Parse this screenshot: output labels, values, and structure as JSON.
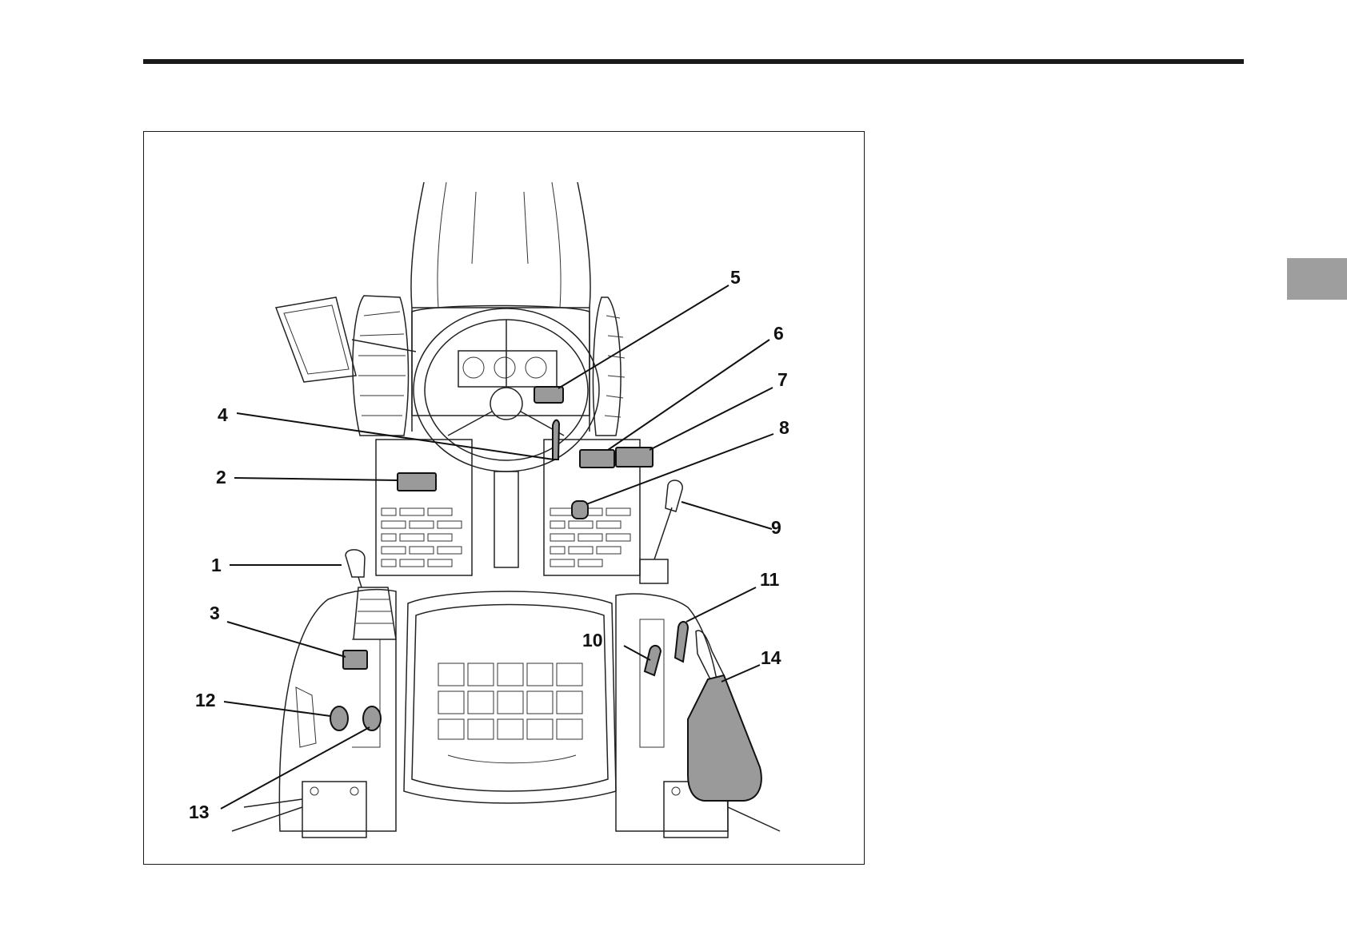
{
  "colors": {
    "rule": "#1a1a1a",
    "tab": "#9e9e9e",
    "highlight": "#9a9a9a"
  },
  "figure": {
    "callouts": [
      {
        "id": "1",
        "label": "1"
      },
      {
        "id": "2",
        "label": "2"
      },
      {
        "id": "3",
        "label": "3"
      },
      {
        "id": "4",
        "label": "4"
      },
      {
        "id": "5",
        "label": "5"
      },
      {
        "id": "6",
        "label": "6"
      },
      {
        "id": "7",
        "label": "7"
      },
      {
        "id": "8",
        "label": "8"
      },
      {
        "id": "9",
        "label": "9"
      },
      {
        "id": "10",
        "label": "10"
      },
      {
        "id": "11",
        "label": "11"
      },
      {
        "id": "12",
        "label": "12"
      },
      {
        "id": "13",
        "label": "13"
      },
      {
        "id": "14",
        "label": "14"
      }
    ]
  }
}
